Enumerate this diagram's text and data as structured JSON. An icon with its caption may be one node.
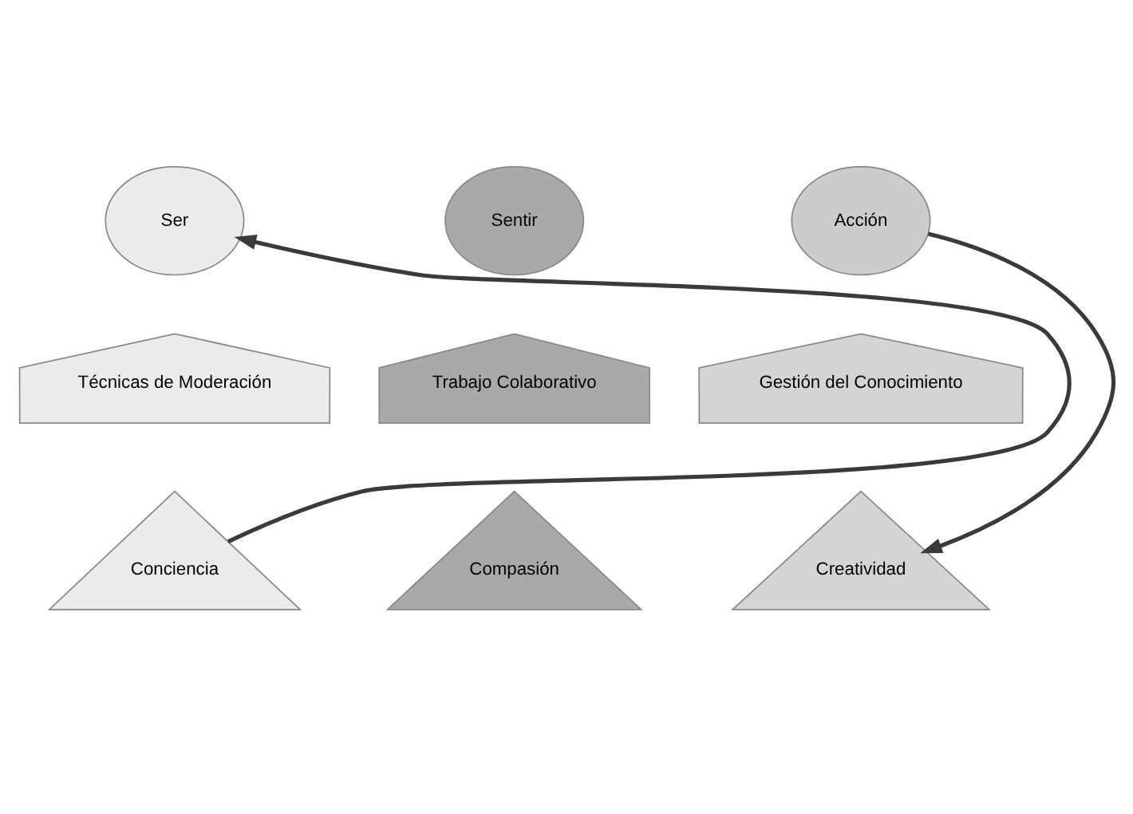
{
  "diagram": {
    "nodes": [
      {
        "text": [
          "Ser"
        ]
      },
      {
        "text": [
          "Sentir"
        ]
      },
      {
        "text": [
          "Acción"
        ]
      },
      {
        "text": [
          "Técnicas de Moderación"
        ]
      },
      {
        "text": [
          "Trabajo Colaborativo"
        ]
      },
      {
        "text": [
          "Gestión del Conocimiento"
        ]
      },
      {
        "text": [
          "Conciencia"
        ]
      },
      {
        "text": [
          "Compasión"
        ]
      },
      {
        "text": [
          "Creatividad"
        ]
      }
    ],
    "edges": [
      {
        "from": 6,
        "to": 0,
        "arrow": "to"
      },
      {
        "from": 2,
        "to": 8,
        "arrow": "to"
      }
    ]
  }
}
